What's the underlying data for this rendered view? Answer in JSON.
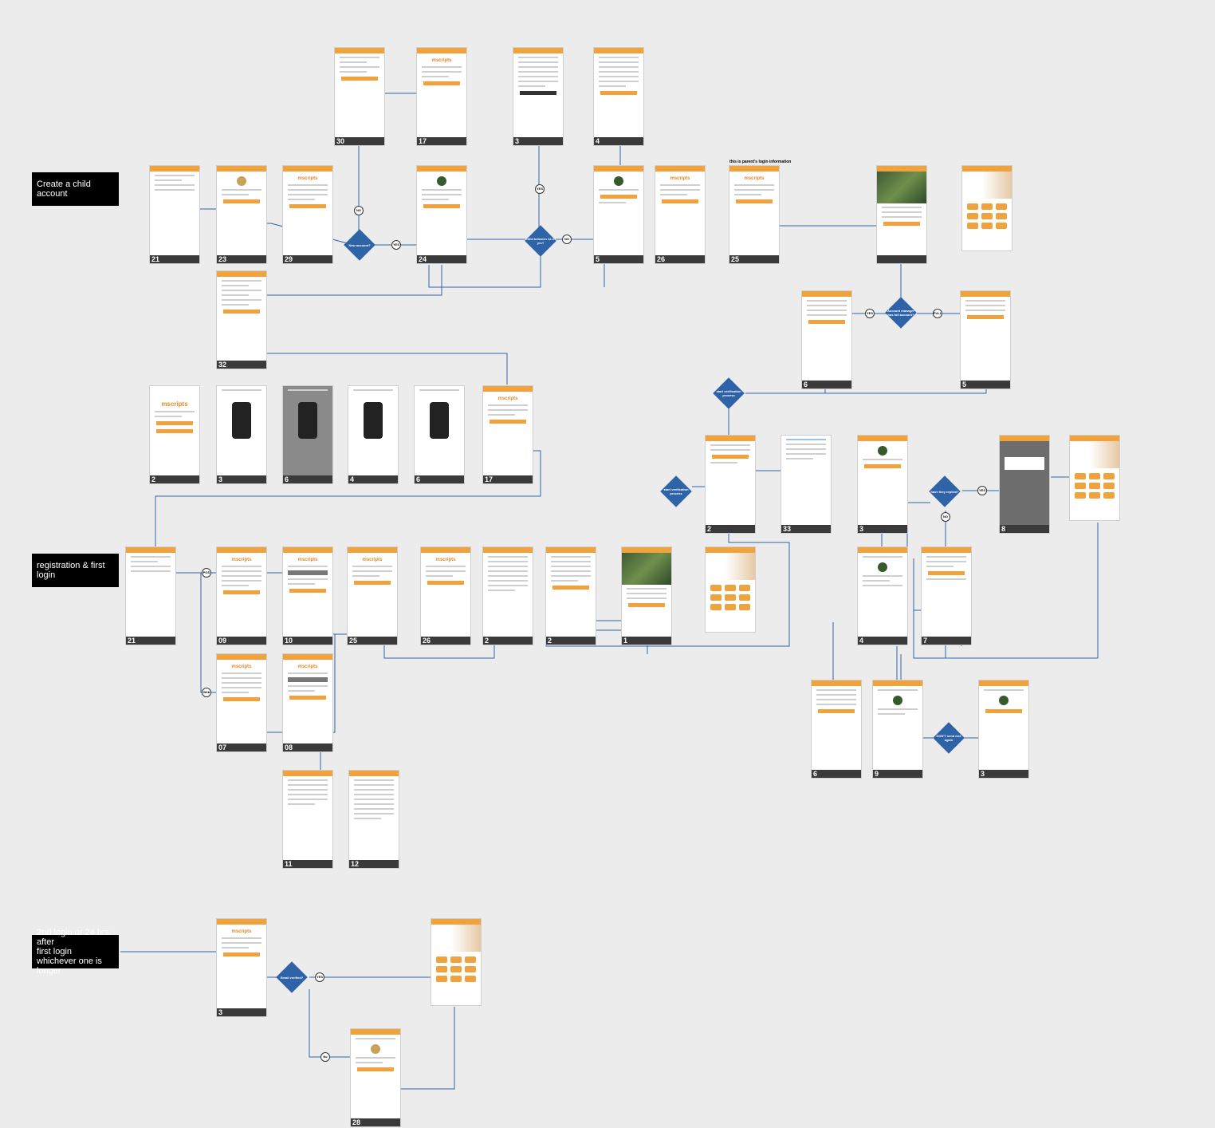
{
  "labels": {
    "child": "Create a child account",
    "reg": "registration & first login",
    "second_l1": "2nd login or 24 hrs after",
    "second_l2": "first login",
    "second_l3": "whichever one is longer"
  },
  "note_parent": "this is parent's login information",
  "decisions": {
    "new_account": "New account?",
    "child_between": "Child between 12-17 yrs?",
    "account_manager": "Account manager has full account?",
    "start_verification_1": "start verification process",
    "start_verification_2": "start verification process",
    "have_they_replied": "have they replied?",
    "dont_send": "DON'T send text again",
    "email_verified": "Email verified?"
  },
  "connectors": {
    "no_a": "NO",
    "yes_a": "YES",
    "yes_b": "YES",
    "no_b": "NO",
    "yes_c": "YES",
    "full_c": "FULL",
    "yes_d": "YES",
    "no_d": "NO",
    "pos": "POS",
    "web": "Web",
    "yes_e": "YES",
    "no_e": "No"
  },
  "screens": [
    {
      "id": "s30",
      "num": "30"
    },
    {
      "id": "s17a",
      "num": "17"
    },
    {
      "id": "s3a",
      "num": "3"
    },
    {
      "id": "s4a",
      "num": "4"
    },
    {
      "id": "s21a",
      "num": "21"
    },
    {
      "id": "s23",
      "num": "23"
    },
    {
      "id": "s29",
      "num": "29"
    },
    {
      "id": "s24",
      "num": "24"
    },
    {
      "id": "s5a",
      "num": "5"
    },
    {
      "id": "s26a",
      "num": "26"
    },
    {
      "id": "s25a",
      "num": "25"
    },
    {
      "id": "sphoto1",
      "num": ""
    },
    {
      "id": "shome1",
      "num": ""
    },
    {
      "id": "s32",
      "num": "32"
    },
    {
      "id": "s6a",
      "num": "6"
    },
    {
      "id": "s5b",
      "num": "5"
    },
    {
      "id": "s2a",
      "num": "2"
    },
    {
      "id": "s3b",
      "num": "3"
    },
    {
      "id": "s6b",
      "num": "6"
    },
    {
      "id": "s4b",
      "num": "4"
    },
    {
      "id": "s6c",
      "num": "6"
    },
    {
      "id": "s17b",
      "num": "17"
    },
    {
      "id": "s2b",
      "num": "2"
    },
    {
      "id": "s33",
      "num": "33"
    },
    {
      "id": "s3c",
      "num": "3"
    },
    {
      "id": "s8",
      "num": "8"
    },
    {
      "id": "shome2",
      "num": ""
    },
    {
      "id": "s21b",
      "num": "21"
    },
    {
      "id": "s09",
      "num": "09"
    },
    {
      "id": "s10",
      "num": "10"
    },
    {
      "id": "s25b",
      "num": "25"
    },
    {
      "id": "s26b",
      "num": "26"
    },
    {
      "id": "s2c",
      "num": "2"
    },
    {
      "id": "s2d",
      "num": "2"
    },
    {
      "id": "s1",
      "num": "1"
    },
    {
      "id": "shome3",
      "num": ""
    },
    {
      "id": "s4c",
      "num": "4"
    },
    {
      "id": "s7",
      "num": "7"
    },
    {
      "id": "s07",
      "num": "07"
    },
    {
      "id": "s08",
      "num": "08"
    },
    {
      "id": "s6d",
      "num": "6"
    },
    {
      "id": "s9",
      "num": "9"
    },
    {
      "id": "s3d",
      "num": "3"
    },
    {
      "id": "s11",
      "num": "11"
    },
    {
      "id": "s12",
      "num": "12"
    },
    {
      "id": "s3e",
      "num": "3"
    },
    {
      "id": "shome4",
      "num": ""
    },
    {
      "id": "s28",
      "num": "28"
    }
  ],
  "colors": {
    "orange": "#f0a23c",
    "blue": "#2f63a8",
    "dark": "#3a3a3a"
  }
}
